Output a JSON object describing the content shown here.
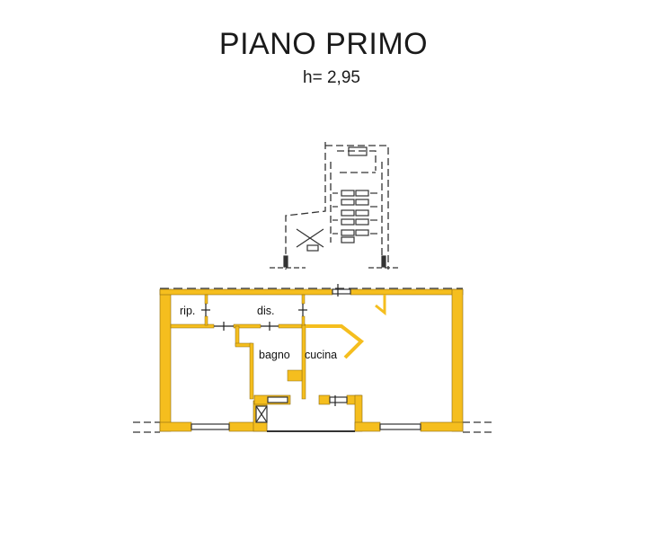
{
  "header": {
    "title": "PIANO PRIMO",
    "height_label": "h= 2,95"
  },
  "colors": {
    "wall": "#F5BE1E",
    "outline": "#333333",
    "background": "#FFFFFF"
  },
  "rooms": [
    {
      "id": "rip",
      "label": "rip."
    },
    {
      "id": "dis",
      "label": "dis."
    },
    {
      "id": "bagno",
      "label": "bagno"
    },
    {
      "id": "cucina",
      "label": "cucina"
    }
  ]
}
